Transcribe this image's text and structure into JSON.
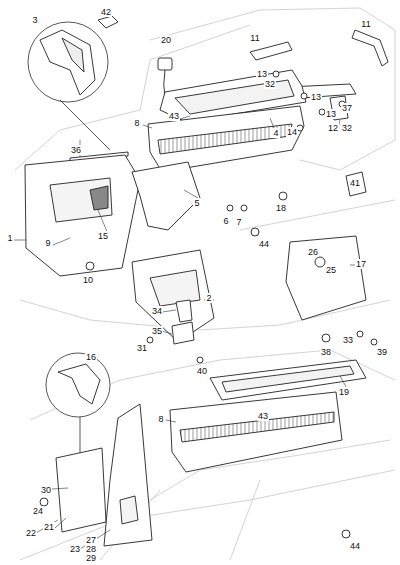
{
  "diagram": {
    "labels": [
      "3",
      "42",
      "20",
      "11",
      "11",
      "13",
      "32",
      "13",
      "8",
      "43",
      "4",
      "37",
      "13",
      "12",
      "32",
      "14",
      "36",
      "41",
      "1",
      "9",
      "15",
      "5",
      "6",
      "7",
      "18",
      "44",
      "26",
      "25",
      "17",
      "10",
      "2",
      "34",
      "31",
      "35",
      "38",
      "33",
      "39",
      "16",
      "40",
      "19",
      "8",
      "43",
      "30",
      "24",
      "22",
      "21",
      "27",
      "28",
      "29",
      "23",
      "44"
    ]
  }
}
